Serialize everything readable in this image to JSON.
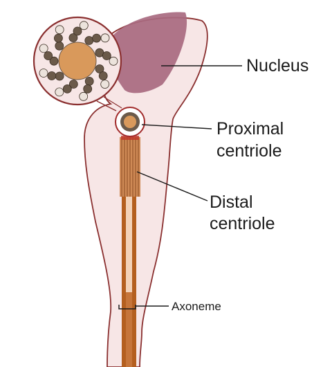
{
  "labels": {
    "nucleus": "Nucleus",
    "proximal_line1": "Proximal",
    "proximal_line2": "centriole",
    "distal_line1": "Distal",
    "distal_line2": "centriole",
    "axoneme": "Axoneme"
  },
  "colors": {
    "cell_body": "#f7e6e6",
    "cell_outline": "#8a2f2f",
    "nucleus": "#a86a80",
    "centriole_core": "#d9995b",
    "axoneme": "#b45f1f",
    "microtubule_dark": "#6b5a4a",
    "microtubule_light": "#ece3dc"
  }
}
